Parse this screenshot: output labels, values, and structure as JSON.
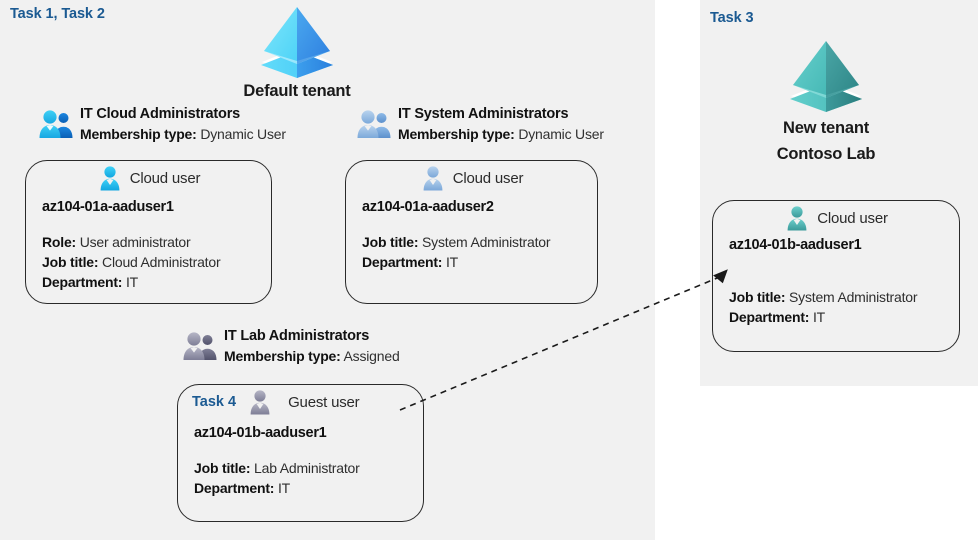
{
  "panels": {
    "default_tenant": {
      "task_label": "Task 1, Task 2",
      "tenant_name": "Default tenant",
      "tenant_icon": "azure-ad-tenant-icon-blue"
    },
    "new_tenant": {
      "task_label": "Task 3",
      "tenant_name_line1": "New  tenant",
      "tenant_name_line2": "Contoso Lab",
      "tenant_icon": "azure-ad-tenant-icon-teal"
    }
  },
  "groups": [
    {
      "id": "it-cloud-administrators",
      "icon": "group-users-icon-blue",
      "title": "IT Cloud Administrators",
      "sub_label": "Membership type:",
      "sub_value": "Dynamic User"
    },
    {
      "id": "it-system-administrators",
      "icon": "group-users-icon-light-blue",
      "title": "IT System Administrators",
      "sub_label": "Membership type:",
      "sub_value": "Dynamic User"
    },
    {
      "id": "it-lab-administrators",
      "icon": "group-users-icon-gray",
      "title": "IT Lab Administrators",
      "sub_label": "Membership type:",
      "sub_value": "Assigned"
    }
  ],
  "cards": [
    {
      "id": "az104-01a-aaduser1",
      "user_icon": "cloud-user-icon-blue",
      "user_type": "Cloud user",
      "upn": "az104-01a-aaduser1",
      "props": [
        {
          "label": "Role:",
          "value": "User administrator"
        },
        {
          "label": "Job title:",
          "value": "Cloud Administrator"
        },
        {
          "label": "Department:",
          "value": "IT"
        }
      ]
    },
    {
      "id": "az104-01a-aaduser2",
      "user_icon": "cloud-user-icon-light-blue",
      "user_type": "Cloud user",
      "upn": "az104-01a-aaduser2",
      "props": [
        {
          "label": "Job title:",
          "value": "System Administrator"
        },
        {
          "label": "Department:",
          "value": "IT"
        }
      ]
    },
    {
      "id": "az104-01b-aaduser1-guest",
      "task_badge": "Task 4",
      "user_icon": "guest-user-icon-gray",
      "user_type": "Guest user",
      "upn": "az104-01b-aaduser1",
      "props": [
        {
          "label": "Job title:",
          "value": "Lab Administrator"
        },
        {
          "label": "Department:",
          "value": "IT"
        }
      ]
    },
    {
      "id": "az104-01b-aaduser1-cloud",
      "user_icon": "cloud-user-icon-teal",
      "user_type": "Cloud user",
      "upn": "az104-01b-aaduser1",
      "props": [
        {
          "label": "Job title:",
          "value": "System Administrator"
        },
        {
          "label": "Department:",
          "value": "IT"
        }
      ]
    }
  ],
  "connector": {
    "name": "guest-to-cloud-user-dashed-arrow",
    "style": "dashed-arrow"
  },
  "colors": {
    "panel_background": "#f1f1f1",
    "task_label": "#1b5a92",
    "card_border": "#2a2a2a",
    "tenant_blue": "#32bdf2",
    "tenant_teal": "#3fb3b0",
    "text_primary": "#111111",
    "text_secondary": "#2e2e2e"
  }
}
